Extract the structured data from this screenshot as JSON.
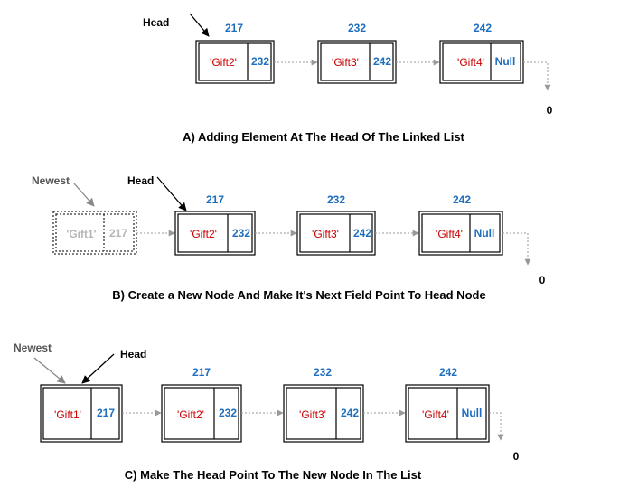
{
  "labels": {
    "head": "Head",
    "newest": "Newest",
    "null_ptr": "Null",
    "zero": "0"
  },
  "nodes": {
    "gift1": {
      "value": "'Gift1'",
      "next": "217"
    },
    "gift2": {
      "value": "'Gift2'",
      "next": "232",
      "address": "217"
    },
    "gift3": {
      "value": "'Gift3'",
      "next": "242",
      "address": "232"
    },
    "gift4": {
      "value": "'Gift4'",
      "address": "242"
    }
  },
  "captions": {
    "a": "A) Adding Element At The Head Of The Linked List",
    "b": "B) Create a New Node And Make It's Next Field Point To Head Node",
    "c": "C) Make The Head Point To The New Node In The List"
  },
  "colors": {
    "address": "#1f6fbf",
    "value": "#cc0000",
    "faded": "#b5b5b5",
    "connector": "#999999",
    "pointer_arrow": "#000000",
    "newest_arrow": "#888888"
  }
}
